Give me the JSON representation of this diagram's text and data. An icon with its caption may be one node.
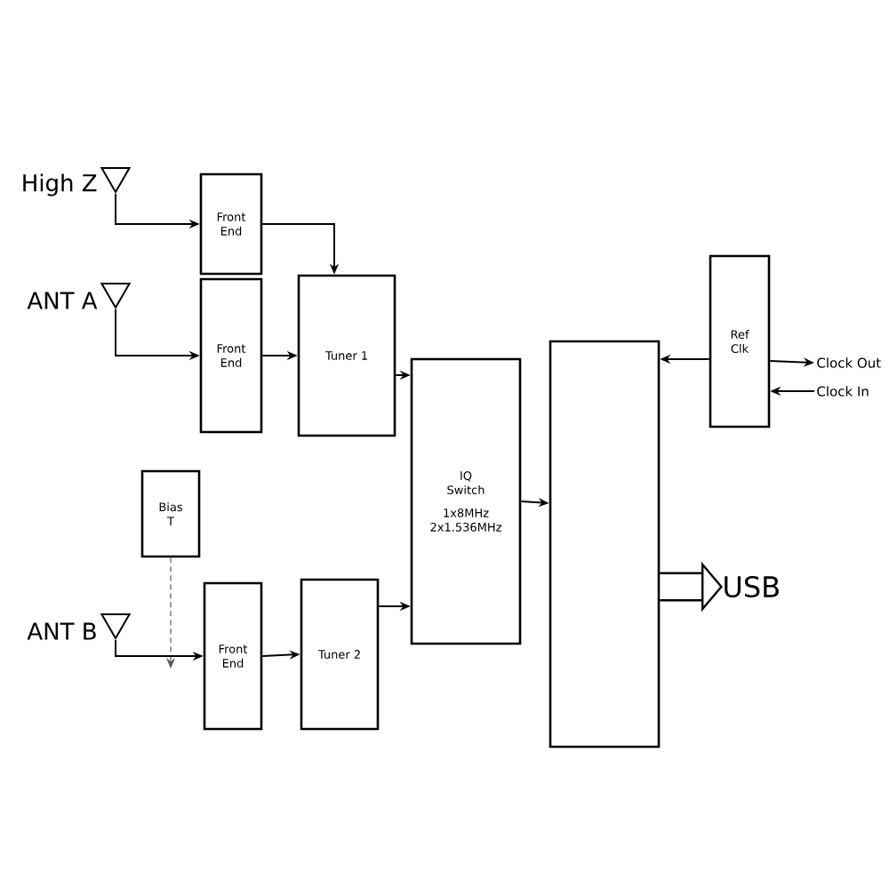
{
  "diagram": {
    "nodes": [
      {
        "text": [],
        "shape": "antenna",
        "beside": [
          "High Z"
        ]
      },
      {
        "text": [
          "Front End"
        ]
      },
      {
        "text": [],
        "shape": "antenna",
        "beside": [
          "ANT A"
        ]
      },
      {
        "text": [
          "Front End"
        ]
      },
      {
        "text": [
          "Tuner 1"
        ]
      },
      {
        "text": [
          "IQ Switch",
          "1x8MHz 2x1.536MHz"
        ]
      },
      {
        "text": [],
        "shape": "box"
      },
      {
        "text": [
          "Ref Clk"
        ]
      },
      {
        "text": [
          "Clock Out"
        ]
      },
      {
        "text": [
          "Clock In"
        ]
      },
      {
        "text": [
          "Bias T"
        ]
      },
      {
        "text": [],
        "shape": "antenna",
        "beside": [
          "ANT B"
        ]
      },
      {
        "text": [
          "Front End"
        ]
      },
      {
        "text": [
          "Tuner 2"
        ]
      },
      {
        "text": [
          "USB"
        ]
      }
    ],
    "edges": [
      {
        "from": 0,
        "to": 1,
        "arrow": "to"
      },
      {
        "from": 1,
        "to": 4,
        "arrow": "to"
      },
      {
        "from": 2,
        "to": 3,
        "arrow": "to"
      },
      {
        "from": 3,
        "to": 4,
        "arrow": "to"
      },
      {
        "from": 4,
        "to": 5,
        "arrow": "to"
      },
      {
        "from": 5,
        "to": 6,
        "arrow": "to"
      },
      {
        "from": 7,
        "to": 6,
        "arrow": "to"
      },
      {
        "from": 7,
        "to": 8,
        "arrow": "to"
      },
      {
        "from": 9,
        "to": 7,
        "arrow": "to"
      },
      {
        "from": 10,
        "to": null,
        "arrow": "to",
        "style": "dashed"
      },
      {
        "from": 11,
        "to": 12,
        "arrow": "to"
      },
      {
        "from": 12,
        "to": 13,
        "arrow": "to"
      },
      {
        "from": 13,
        "to": 5,
        "arrow": "to"
      },
      {
        "from": 6,
        "to": 14,
        "arrow": "to",
        "style": "thick"
      }
    ]
  }
}
